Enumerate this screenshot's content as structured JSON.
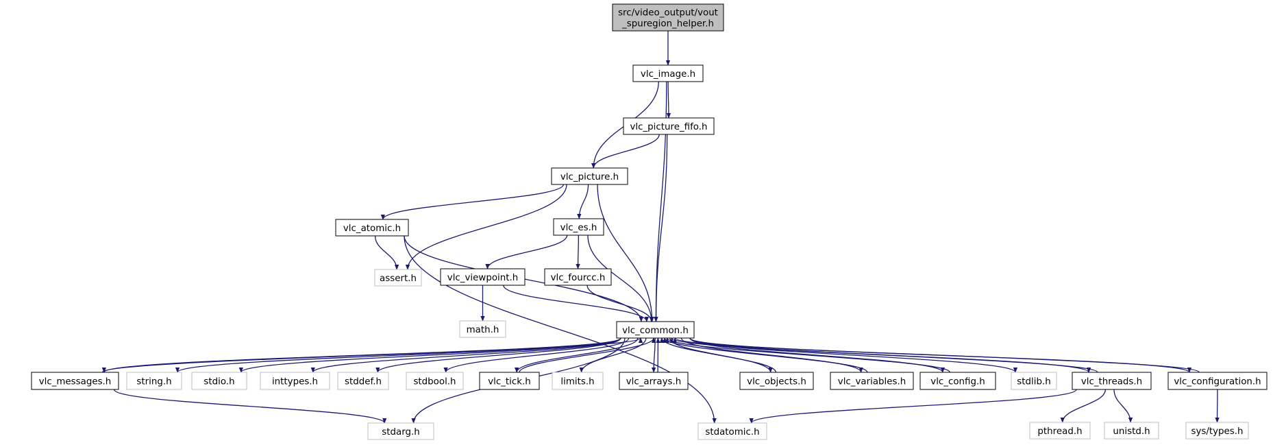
{
  "colors": {
    "edge": "#191970",
    "root_fill": "#bfbfbf",
    "root_border": "#000000",
    "internal_fill": "#ffffff",
    "internal_border": "#000000",
    "external_border": "#bfbfbf"
  },
  "nodes": {
    "root": {
      "label": "src/video_output/vout_spuregion_helper.h",
      "lines": [
        "src/video_output/vout",
        "_spuregion_helper.h"
      ],
      "kind": "root"
    },
    "image": {
      "label": "vlc_image.h",
      "kind": "internal"
    },
    "pfifo": {
      "label": "vlc_picture_fifo.h",
      "kind": "internal"
    },
    "picture": {
      "label": "vlc_picture.h",
      "kind": "internal"
    },
    "atomic": {
      "label": "vlc_atomic.h",
      "kind": "internal"
    },
    "es": {
      "label": "vlc_es.h",
      "kind": "internal"
    },
    "assert": {
      "label": "assert.h",
      "kind": "external"
    },
    "viewpoint": {
      "label": "vlc_viewpoint.h",
      "kind": "internal"
    },
    "fourcc": {
      "label": "vlc_fourcc.h",
      "kind": "internal"
    },
    "math": {
      "label": "math.h",
      "kind": "external"
    },
    "common": {
      "label": "vlc_common.h",
      "kind": "internal"
    },
    "messages": {
      "label": "vlc_messages.h",
      "kind": "internal"
    },
    "string": {
      "label": "string.h",
      "kind": "external"
    },
    "stdio": {
      "label": "stdio.h",
      "kind": "external"
    },
    "inttypes": {
      "label": "inttypes.h",
      "kind": "external"
    },
    "stddef": {
      "label": "stddef.h",
      "kind": "external"
    },
    "stdbool": {
      "label": "stdbool.h",
      "kind": "external"
    },
    "tick": {
      "label": "vlc_tick.h",
      "kind": "internal"
    },
    "limits": {
      "label": "limits.h",
      "kind": "external"
    },
    "arrays": {
      "label": "vlc_arrays.h",
      "kind": "internal"
    },
    "objects": {
      "label": "vlc_objects.h",
      "kind": "internal"
    },
    "variables": {
      "label": "vlc_variables.h",
      "kind": "internal"
    },
    "config": {
      "label": "vlc_config.h",
      "kind": "internal"
    },
    "stdlib": {
      "label": "stdlib.h",
      "kind": "external"
    },
    "threads": {
      "label": "vlc_threads.h",
      "kind": "internal"
    },
    "configuration": {
      "label": "vlc_configuration.h",
      "kind": "internal"
    },
    "stdarg": {
      "label": "stdarg.h",
      "kind": "external"
    },
    "stdatomic": {
      "label": "stdatomic.h",
      "kind": "external"
    },
    "pthread": {
      "label": "pthread.h",
      "kind": "external"
    },
    "unistd": {
      "label": "unistd.h",
      "kind": "external"
    },
    "systypes": {
      "label": "sys/types.h",
      "kind": "external"
    }
  },
  "edges": [
    [
      "root",
      "image"
    ],
    [
      "image",
      "pfifo"
    ],
    [
      "image",
      "picture"
    ],
    [
      "image",
      "common"
    ],
    [
      "pfifo",
      "picture"
    ],
    [
      "pfifo",
      "common"
    ],
    [
      "picture",
      "atomic"
    ],
    [
      "picture",
      "es"
    ],
    [
      "picture",
      "assert"
    ],
    [
      "picture",
      "common"
    ],
    [
      "atomic",
      "assert"
    ],
    [
      "atomic",
      "common"
    ],
    [
      "atomic",
      "stdatomic"
    ],
    [
      "es",
      "viewpoint"
    ],
    [
      "es",
      "fourcc"
    ],
    [
      "es",
      "common"
    ],
    [
      "viewpoint",
      "math"
    ],
    [
      "viewpoint",
      "common"
    ],
    [
      "fourcc",
      "common"
    ],
    [
      "common",
      "messages"
    ],
    [
      "common",
      "string"
    ],
    [
      "common",
      "stdio"
    ],
    [
      "common",
      "inttypes"
    ],
    [
      "common",
      "stddef"
    ],
    [
      "common",
      "stdbool"
    ],
    [
      "common",
      "tick"
    ],
    [
      "common",
      "limits"
    ],
    [
      "common",
      "arrays"
    ],
    [
      "common",
      "objects"
    ],
    [
      "common",
      "variables"
    ],
    [
      "common",
      "config"
    ],
    [
      "common",
      "stdlib"
    ],
    [
      "common",
      "threads"
    ],
    [
      "common",
      "configuration"
    ],
    [
      "common",
      "stdarg"
    ],
    [
      "messages",
      "common"
    ],
    [
      "messages",
      "stdarg"
    ],
    [
      "tick",
      "common"
    ],
    [
      "arrays",
      "common"
    ],
    [
      "objects",
      "common"
    ],
    [
      "variables",
      "common"
    ],
    [
      "config",
      "common"
    ],
    [
      "threads",
      "common"
    ],
    [
      "threads",
      "stdatomic"
    ],
    [
      "threads",
      "pthread"
    ],
    [
      "threads",
      "unistd"
    ],
    [
      "configuration",
      "common"
    ],
    [
      "configuration",
      "systypes"
    ]
  ]
}
